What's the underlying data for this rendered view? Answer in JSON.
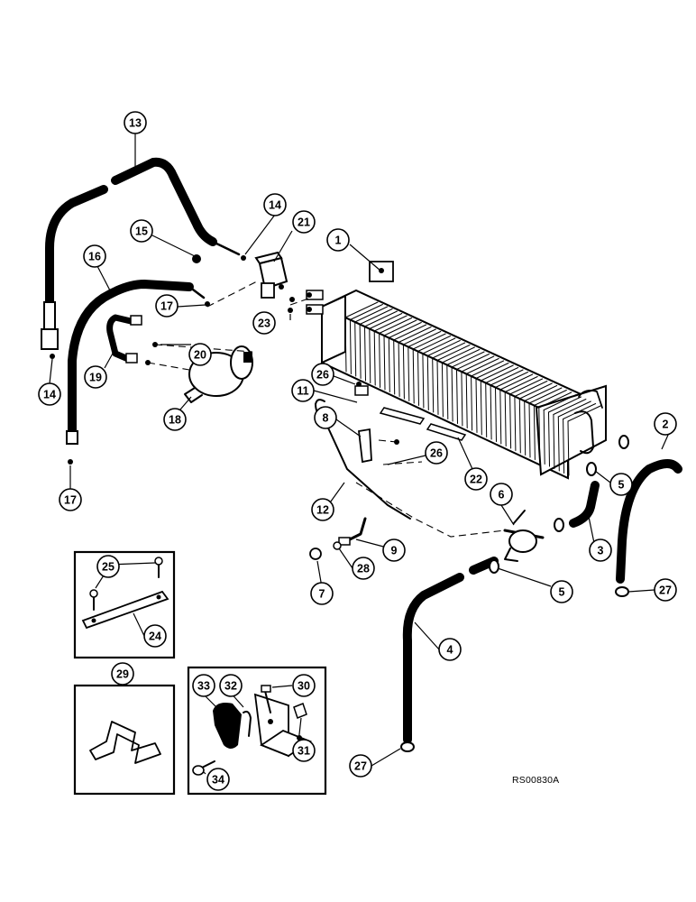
{
  "drawing": {
    "code": "RS00830A",
    "callouts": [
      {
        "id": "c1",
        "label": "1"
      },
      {
        "id": "c2",
        "label": "2"
      },
      {
        "id": "c3",
        "label": "3"
      },
      {
        "id": "c4",
        "label": "4"
      },
      {
        "id": "c5a",
        "label": "5"
      },
      {
        "id": "c5b",
        "label": "5"
      },
      {
        "id": "c6",
        "label": "6"
      },
      {
        "id": "c7",
        "label": "7"
      },
      {
        "id": "c8",
        "label": "8"
      },
      {
        "id": "c9",
        "label": "9"
      },
      {
        "id": "c11",
        "label": "11"
      },
      {
        "id": "c12",
        "label": "12"
      },
      {
        "id": "c13",
        "label": "13"
      },
      {
        "id": "c14a",
        "label": "14"
      },
      {
        "id": "c14b",
        "label": "14"
      },
      {
        "id": "c15",
        "label": "15"
      },
      {
        "id": "c16",
        "label": "16"
      },
      {
        "id": "c17a",
        "label": "17"
      },
      {
        "id": "c17b",
        "label": "17"
      },
      {
        "id": "c18",
        "label": "18"
      },
      {
        "id": "c19",
        "label": "19"
      },
      {
        "id": "c20",
        "label": "20"
      },
      {
        "id": "c21",
        "label": "21"
      },
      {
        "id": "c22",
        "label": "22"
      },
      {
        "id": "c23",
        "label": "23"
      },
      {
        "id": "c26a",
        "label": "26"
      },
      {
        "id": "c26b",
        "label": "26"
      },
      {
        "id": "c27a",
        "label": "27"
      },
      {
        "id": "c27b",
        "label": "27"
      },
      {
        "id": "c28",
        "label": "28"
      }
    ]
  },
  "insets": {
    "bar": {
      "callouts": [
        {
          "label": "25"
        },
        {
          "label": "24"
        }
      ]
    },
    "bracket": {
      "callouts": [
        {
          "label": "29"
        }
      ]
    },
    "clamp": {
      "callouts": [
        {
          "label": "33"
        },
        {
          "label": "32"
        },
        {
          "label": "30"
        },
        {
          "label": "31"
        },
        {
          "label": "34"
        }
      ]
    }
  }
}
